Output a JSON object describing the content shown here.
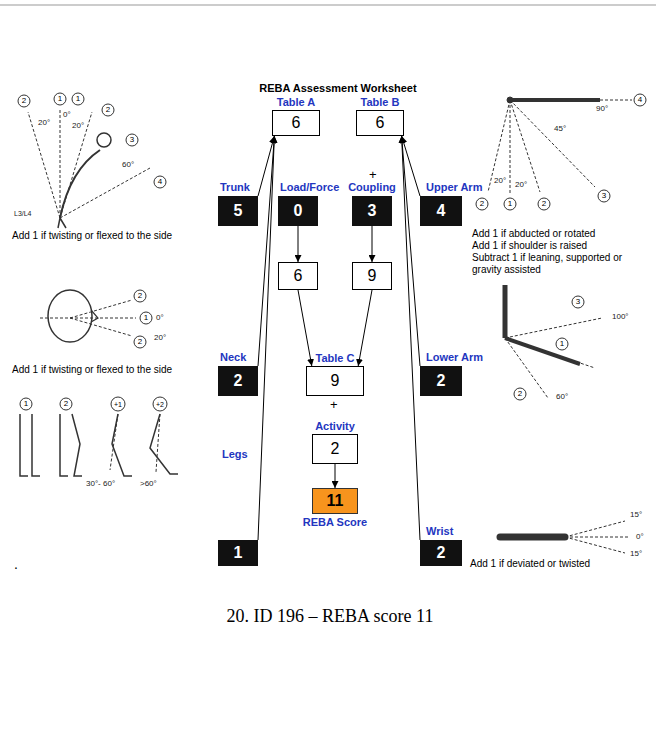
{
  "diagram": {
    "title": "REBA Assessment Worksheet",
    "caption": "20. ID 196 – REBA score 11",
    "nodes": [
      {
        "text": [
          "Table A",
          "6"
        ]
      },
      {
        "text": [
          "Table B",
          "6"
        ]
      },
      {
        "text": [
          "Trunk",
          "5"
        ]
      },
      {
        "text": [
          "Load/Force",
          "0"
        ]
      },
      {
        "text": [
          "Coupling",
          "3"
        ]
      },
      {
        "text": [
          "Upper Arm",
          "4"
        ]
      },
      {
        "text": [
          "6"
        ]
      },
      {
        "text": [
          "9"
        ]
      },
      {
        "text": [
          "Neck",
          "2"
        ]
      },
      {
        "text": [
          "Table C",
          "9"
        ]
      },
      {
        "text": [
          "Lower Arm",
          "2"
        ]
      },
      {
        "text": [
          "Activity",
          "2"
        ]
      },
      {
        "text": [
          "1"
        ]
      },
      {
        "text": [
          "11",
          "REBA Score"
        ]
      },
      {
        "text": [
          "Wrist",
          "2"
        ]
      }
    ],
    "edges": [
      {
        "from": 2,
        "to": 0,
        "arrow": "to"
      },
      {
        "from": 8,
        "to": 0,
        "arrow": "to"
      },
      {
        "from": 12,
        "to": 0,
        "arrow": "to"
      },
      {
        "from": 5,
        "to": 1,
        "arrow": "to"
      },
      {
        "from": 10,
        "to": 1,
        "arrow": "to"
      },
      {
        "from": 14,
        "to": 1,
        "arrow": "to"
      },
      {
        "from": 3,
        "to": 6,
        "arrow": "to"
      },
      {
        "from": 4,
        "to": 7,
        "arrow": "to"
      },
      {
        "from": 6,
        "to": 9,
        "arrow": "to"
      },
      {
        "from": 7,
        "to": 9,
        "arrow": "to"
      },
      {
        "from": 11,
        "to": 13,
        "arrow": "to"
      }
    ],
    "labels": [
      "Add 1 if twisting or flexed to the side",
      "Add 1 if twisting or flexed to the side",
      "Add 1 if abducted or rotated",
      "Add 1 if shoulder is raised",
      "Subtract 1 if leaning, supported or gravity assisted",
      "Add 1 if deviated or twisted",
      "+",
      "+",
      "Legs",
      ".",
      "20°",
      "0°",
      "20°",
      "60°",
      "L3/L4",
      "2",
      "1",
      "1",
      "2",
      "3",
      "4",
      "2",
      "1",
      "0°",
      "20°",
      "2",
      "1",
      "2",
      "+1",
      "+2",
      "30°- 60°",
      ">60°",
      "4",
      "90°",
      "45°",
      "3",
      "20°",
      "2",
      "1",
      "20°",
      "2",
      "3",
      "100°",
      "1",
      "2",
      "60°",
      "15°",
      "0°",
      "15°"
    ]
  }
}
